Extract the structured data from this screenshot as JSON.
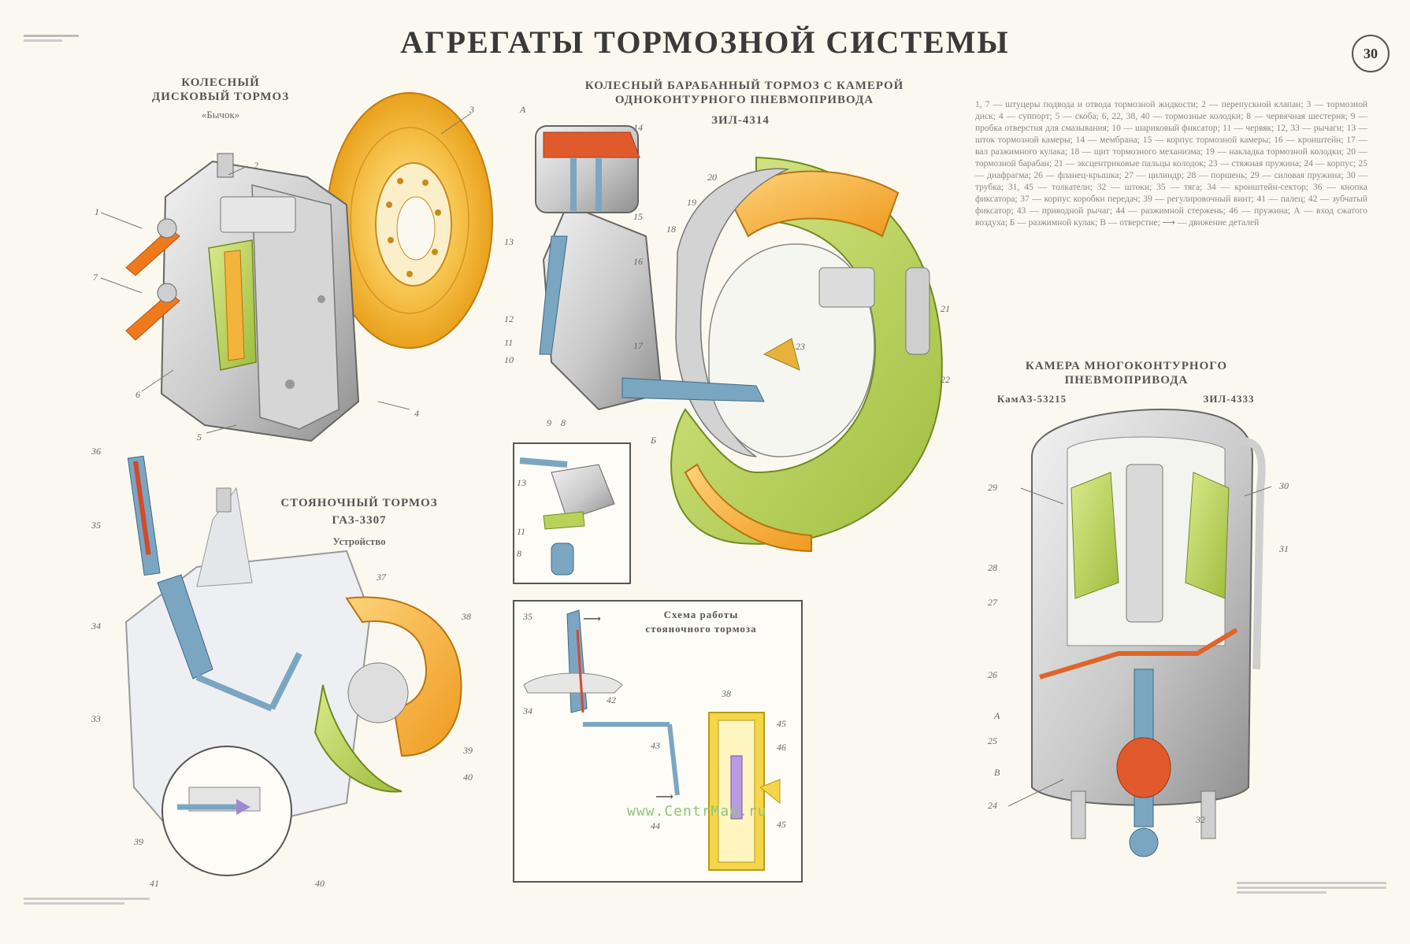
{
  "header": {
    "title": "АГРЕГАТЫ ТОРМОЗНОЙ СИСТЕМЫ",
    "page_number": "30"
  },
  "disc_brake": {
    "title_line1": "КОЛЕСНЫЙ",
    "title_line2": "ДИСКОВЫЙ ТОРМОЗ",
    "model": "«Бычок»",
    "callouts": [
      "1",
      "2",
      "3",
      "4",
      "5",
      "6",
      "7"
    ]
  },
  "drum_brake": {
    "title_line1": "КОЛЕСНЫЙ БАРАБАННЫЙ ТОРМОЗ С КАМЕРОЙ",
    "title_line2": "ОДНОКОНТУРНОГО ПНЕВМОПРИВОДА",
    "model": "ЗИЛ-4314",
    "callouts": [
      "А",
      "14",
      "15",
      "13",
      "16",
      "12",
      "11",
      "10",
      "17",
      "9",
      "8",
      "Б",
      "20",
      "19",
      "18",
      "21",
      "23",
      "22"
    ],
    "inset_callouts": [
      "13",
      "11",
      "8"
    ]
  },
  "legend": {
    "text": "1, 7 — штуцеры подвода и отвода тормозной жидкости; 2 — перепускной клапан; 3 — тормозной диск; 4 — суппорт; 5 — скоба; 6, 22, 38, 40 — тормозные колодки; 8 — червячная шестерня; 9 — пробка отверстия для смазывания; 10 — шариковый фиксатор; 11 — червяк; 12, 33 — рычаги; 13 — шток тормозной камеры; 14 — мембрана; 15 — корпус тормозной камеры; 16 — кронштейн; 17 — вал разжимного кулака; 18 — щит тормозного механизма; 19 — накладка тормозной колодки; 20 — тормозной барабан; 21 — эксцентриковые пальцы колодок; 23 — стяжная пружина; 24 — корпус; 25 — диафрагма; 26 — фланец-крышка; 27 — цилиндр; 28 — поршень; 29 — силовая пружина; 30 — трубка; 31, 45 — толкатели; 32 — штоки; 35 — тяга; 34 — кронштейн-сектор; 36 — кнопка фиксатора; 37 — корпус коробки передач; 39 — регулировочный винт; 41 — палец; 42 — зубчатый фиксатор; 43 — приводной рычаг; 44 — разжимной стержень; 46 — пружина; А — вход сжатого воздуха; Б — разжимной кулак; В — отверстие; ⟶ — движение деталей"
  },
  "parking_brake": {
    "title": "СТОЯНОЧНЫЙ ТОРМОЗ",
    "model": "ГАЗ-3307",
    "subtitle": "Устройство",
    "callouts": [
      "36",
      "35",
      "37",
      "38",
      "34",
      "33",
      "39",
      "40",
      "39",
      "41",
      "40"
    ]
  },
  "parking_scheme": {
    "title_line1": "Схема работы",
    "title_line2": "стояночного тормоза",
    "callouts": [
      "35",
      "34",
      "42",
      "38",
      "43",
      "45",
      "46",
      "44",
      "45"
    ]
  },
  "chamber": {
    "title_line1": "КАМЕРА МНОГОКОНТУРНОГО",
    "title_line2": "ПНЕВМОПРИВОДА",
    "model_left": "КамАЗ-53215",
    "model_right": "ЗИЛ-4333",
    "callouts": [
      "29",
      "30",
      "31",
      "28",
      "27",
      "26",
      "А",
      "25",
      "В",
      "24",
      "32"
    ]
  },
  "watermark": "www.CentrMag.ru",
  "colors": {
    "disc": "#f5b731",
    "steel": "#c8c8c8",
    "shoe": "#b8d25a",
    "rod": "#7aa6c2",
    "red": "#d24a2a",
    "orange": "#ef7a1e"
  },
  "icons": [
    "page-number-badge",
    "arrow-right-icon"
  ]
}
